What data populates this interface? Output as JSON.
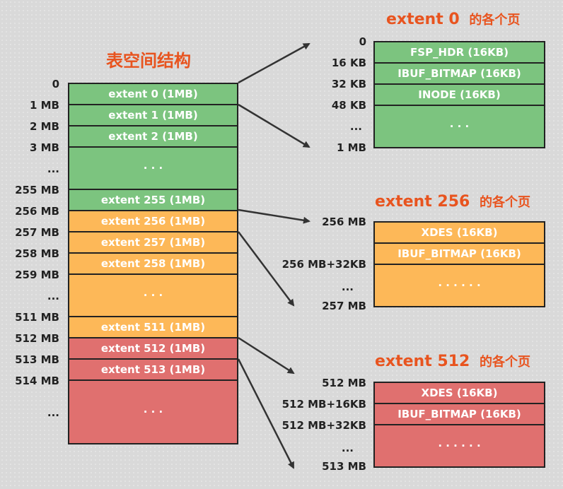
{
  "left": {
    "title": "表空间结构",
    "labels": [
      "0",
      "1 MB",
      "2 MB",
      "3 MB",
      "...",
      "255 MB",
      "256 MB",
      "257 MB",
      "258 MB",
      "259 MB",
      "...",
      "511 MB",
      "512 MB",
      "513 MB",
      "514 MB",
      "..."
    ],
    "cells": [
      "extent 0 (1MB)",
      "extent 1 (1MB)",
      "extent 2 (1MB)",
      "· · ·",
      "extent 255 (1MB)",
      "extent 256 (1MB)",
      "extent 257 (1MB)",
      "extent 258 (1MB)",
      "· · ·",
      "extent 511 (1MB)",
      "extent 512 (1MB)",
      "extent 513 (1MB)",
      "· · ·"
    ]
  },
  "extent0": {
    "title": "extent 0",
    "title_suffix": "的各个页",
    "labels": [
      "0",
      "16 KB",
      "32 KB",
      "48 KB",
      "...",
      "1 MB"
    ],
    "cells": [
      "FSP_HDR (16KB)",
      "IBUF_BITMAP (16KB)",
      "INODE (16KB)",
      "· · ·"
    ]
  },
  "extent256": {
    "title": "extent 256",
    "title_suffix": "的各个页",
    "labels": [
      "256 MB",
      "256 MB+32KB",
      "...",
      "257 MB"
    ],
    "cells": [
      "XDES (16KB)",
      "IBUF_BITMAP (16KB)",
      "· · · · · ·"
    ]
  },
  "extent512": {
    "title": "extent 512",
    "title_suffix": "的各个页",
    "labels": [
      "512 MB",
      "512 MB+16KB",
      "512 MB+32KB",
      "...",
      "513 MB"
    ],
    "cells": [
      "XDES (16KB)",
      "IBUF_BITMAP (16KB)",
      "· · · · · ·"
    ]
  },
  "colors": {
    "green": "#7cc47f",
    "orange": "#fdb858",
    "red": "#e0706f",
    "title": "#e8541f"
  }
}
